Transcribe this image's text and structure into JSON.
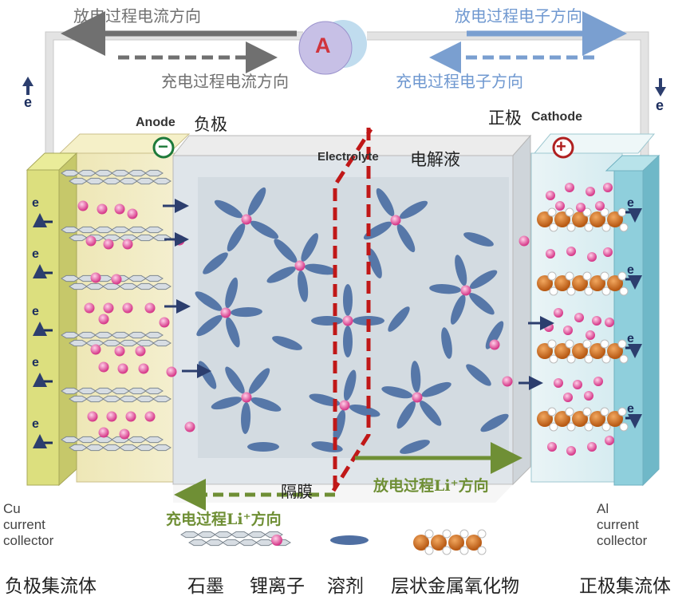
{
  "labels": {
    "discharge_current": "放电过程电流方向",
    "discharge_electron": "放电过程电子方向",
    "charge_current": "充电过程电流方向",
    "charge_electron": "充电过程电子方向",
    "ammeter": "A",
    "anode_en": "Anode",
    "anode_cn": "负极",
    "cathode_cn": "正极",
    "cathode_en": "Cathode",
    "anode_sign": "−",
    "cathode_sign": "+",
    "electrolyte_en": "Electrolyte",
    "electrolyte_cn": "电解液",
    "separator": "隔膜",
    "discharge_li": "放电过程Li⁺方向",
    "charge_li": "充电过程Li⁺方向",
    "electron_symbol": "e",
    "cu_collector": [
      "Cu",
      "current",
      "collector"
    ],
    "al_collector": [
      "Al",
      "current",
      "collector"
    ]
  },
  "legend": [
    {
      "icon": "graphite",
      "label": "石墨"
    },
    {
      "icon": "lithium-ion",
      "label": "锂离子"
    },
    {
      "icon": "solvent",
      "label": "溶剂"
    },
    {
      "icon": "layered-metal-oxide",
      "label": "层状金属氧化物"
    }
  ],
  "bottom_labels": {
    "anode_collector": "负极集流体",
    "cathode_collector": "正极集流体"
  },
  "colors": {
    "discharge_current_arrow": "#707070",
    "electron_arrow": "#7a9fd0",
    "li_arrow": "#6f8f35",
    "separator": "#c01818",
    "lithium_ion": "#e0509a",
    "solvent": "#5677a8",
    "anode_collector": "#dcdf7e",
    "cathode_collector": "#8fcfdc"
  }
}
